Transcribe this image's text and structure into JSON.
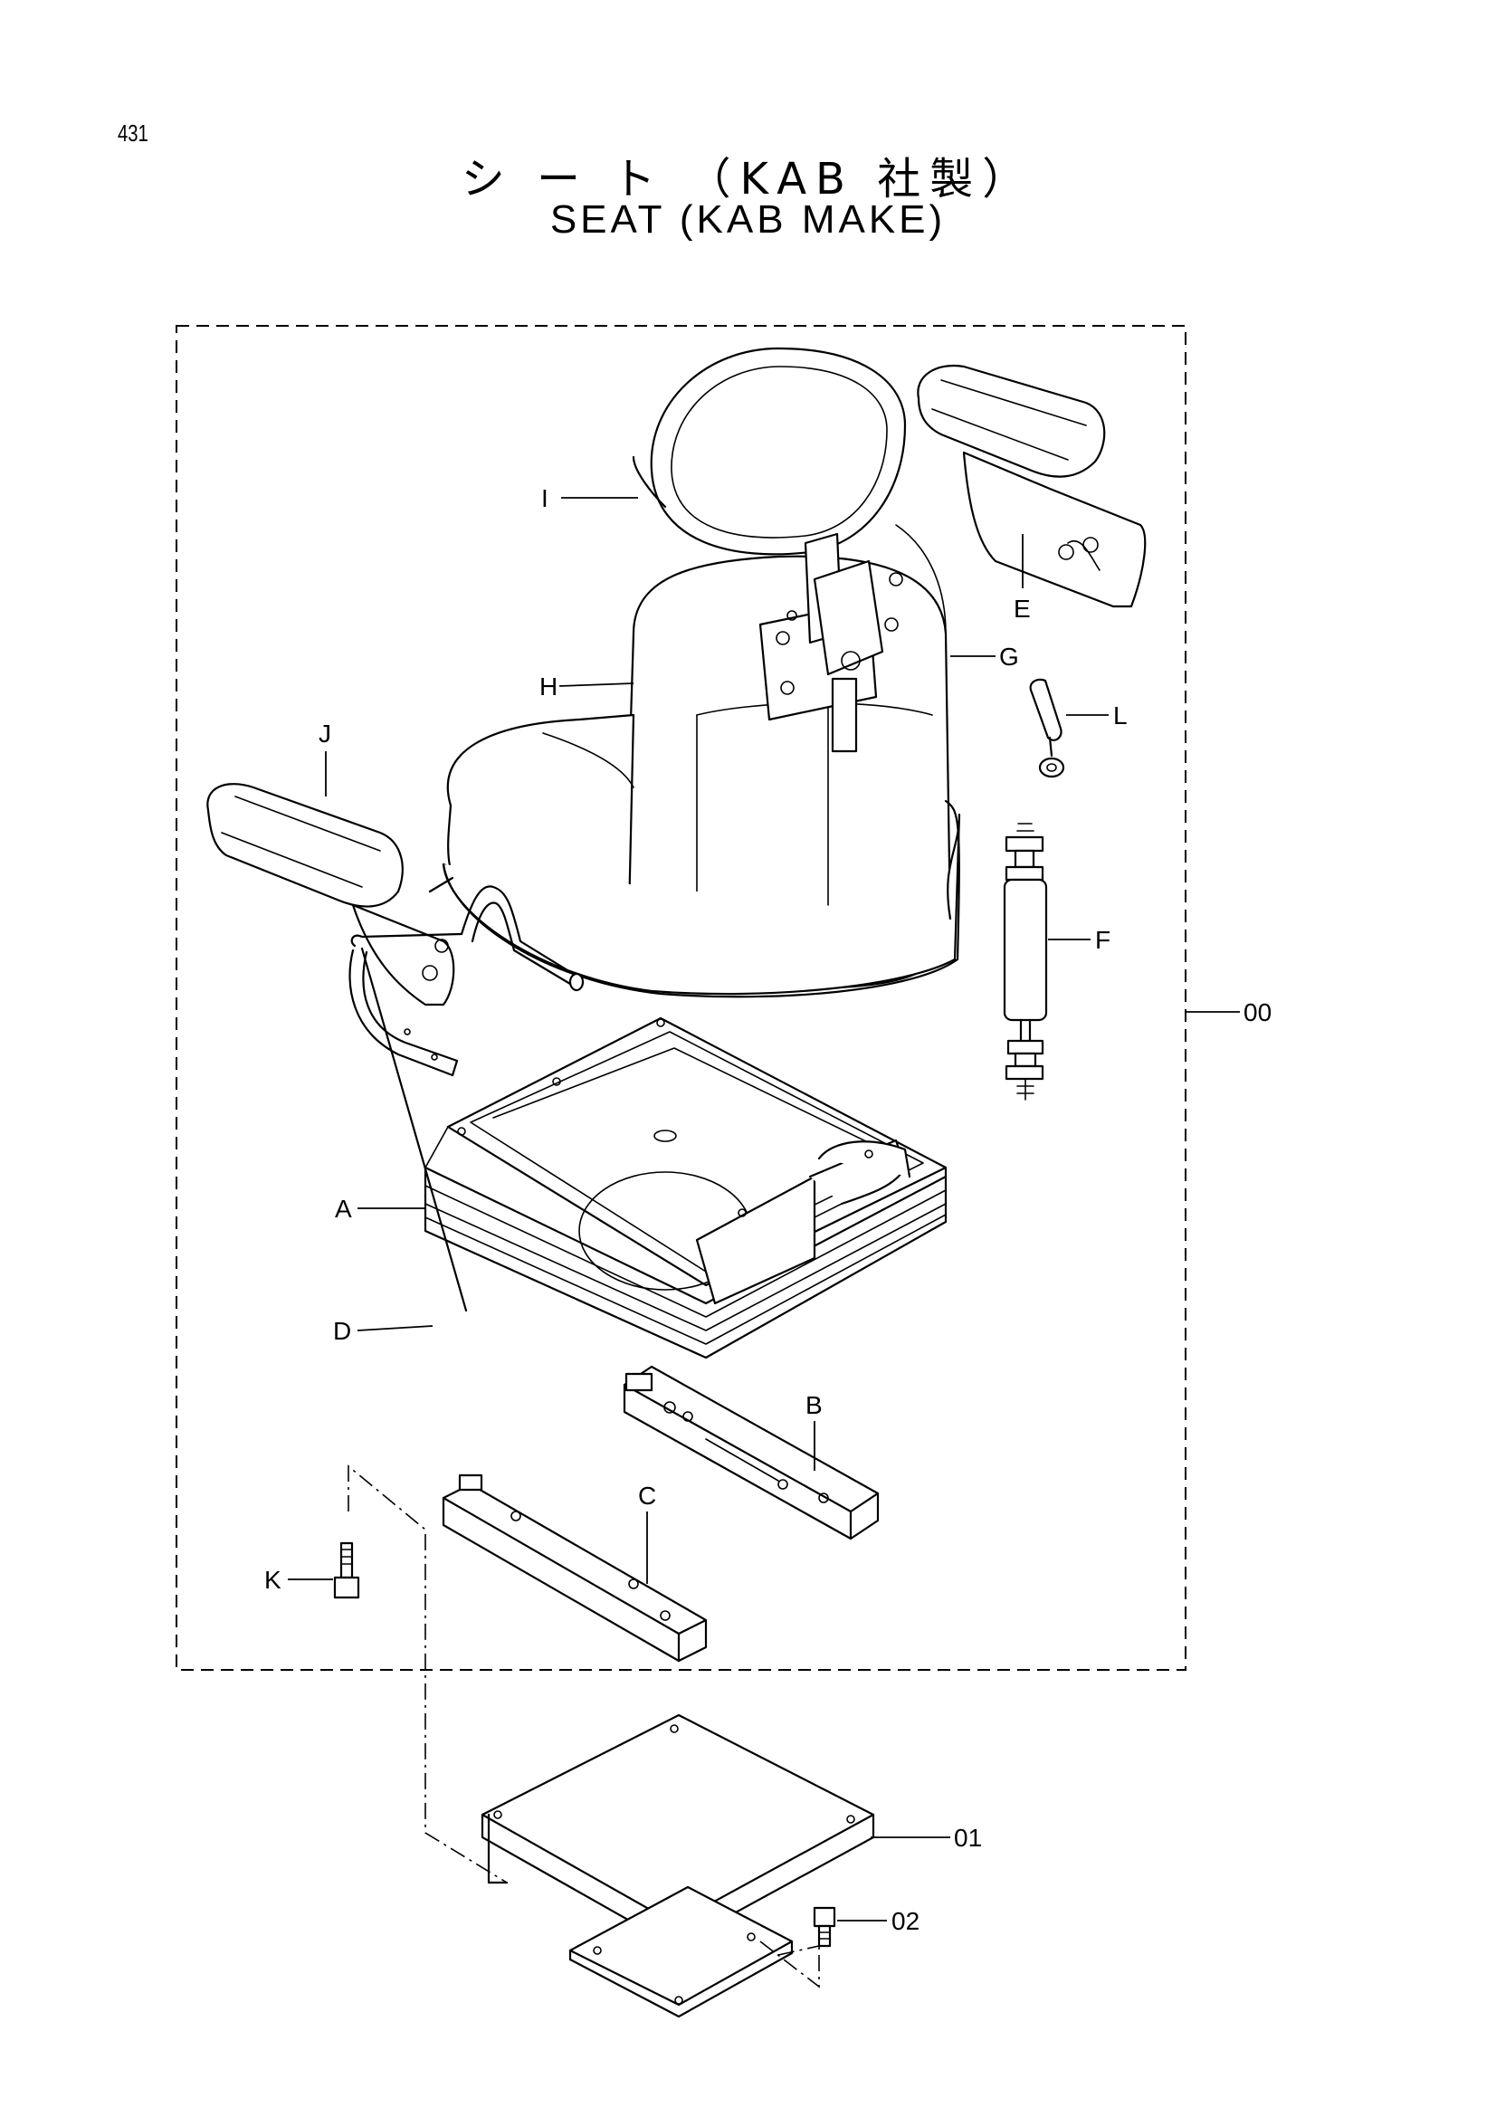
{
  "page": {
    "number": "431",
    "title_jp": "シ ー ト （KAB 社製）",
    "title_en": "SEAT (KAB MAKE)"
  },
  "callouts": {
    "A": "A",
    "B": "B",
    "C": "C",
    "D": "D",
    "E": "E",
    "F": "F",
    "G": "G",
    "H": "H",
    "I": "I",
    "J": "J",
    "K": "K",
    "L": "L",
    "00": "00",
    "01": "01",
    "02": "02"
  }
}
